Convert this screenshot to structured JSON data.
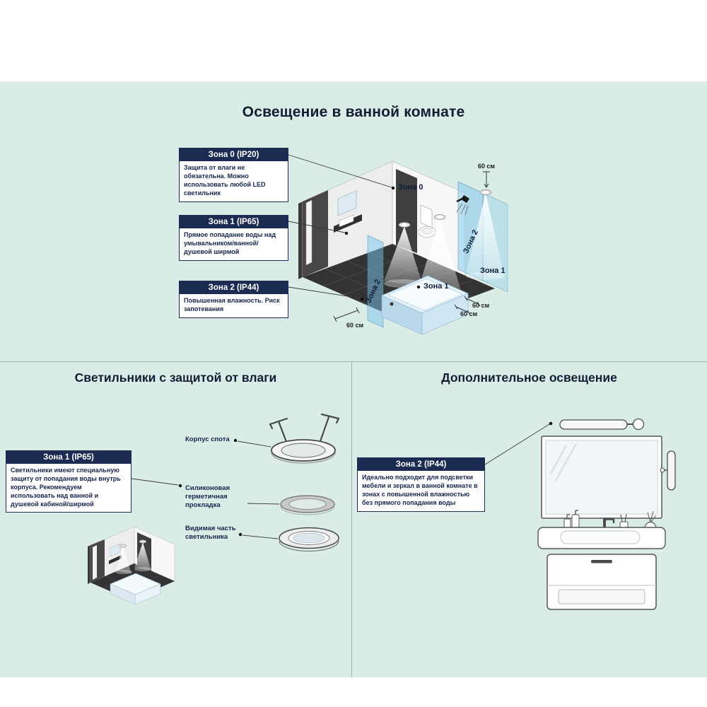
{
  "top_section": {
    "title": "Освещение в ванной комнате",
    "callouts": [
      {
        "header": "Зона 0 (IP20)",
        "body": "Защита от влаги не обязательна. Можно использовать любой LED светильник"
      },
      {
        "header": "Зона 1 (IP65)",
        "body": "Прямое попадание воды над умывальником/ванной/душевой ширмой"
      },
      {
        "header": "Зона 2 (IP44)",
        "body": "Повышенная влажность. Риск запотевания"
      }
    ],
    "diagram": {
      "zone0_label": "Зона 0",
      "zone1_floor_label": "Зона 1",
      "zone1_right_label": "Зона 1",
      "zone2_left_label": "Зона 2",
      "zone2_right_label": "Зона 2",
      "dim_top": "60 см",
      "dim_right_upper": "60 см",
      "dim_right_lower": "60 см",
      "dim_bottom_left": "60 см"
    }
  },
  "fixtures_section": {
    "title": "Светильники с защитой от влаги",
    "callout": {
      "header": "Зона 1 (IP65)",
      "body": "Светильники имеют специальную защиту от попадания воды внутрь корпуса. Рекомендуем использовать над ванной и душевой кабиной/ширмой"
    },
    "part_labels": {
      "housing": "Корпус спота",
      "gasket": "Силиконовая герметичная прокладка",
      "visible": "Видимая часть светильника"
    }
  },
  "additional_section": {
    "title": "Дополнительное освещение",
    "callout": {
      "header": "Зона 2 (IP44)",
      "body": "Идеально подходит для подсветки мебели и зеркал в ванной комнате в зонах с повышенной влажностью без прямого попадания воды"
    }
  },
  "colors": {
    "background_mint": "#d9ece6",
    "navy": "#1c2b52",
    "zone_blue": "#7dc6eb",
    "tub_blue": "#cfe6f5"
  }
}
